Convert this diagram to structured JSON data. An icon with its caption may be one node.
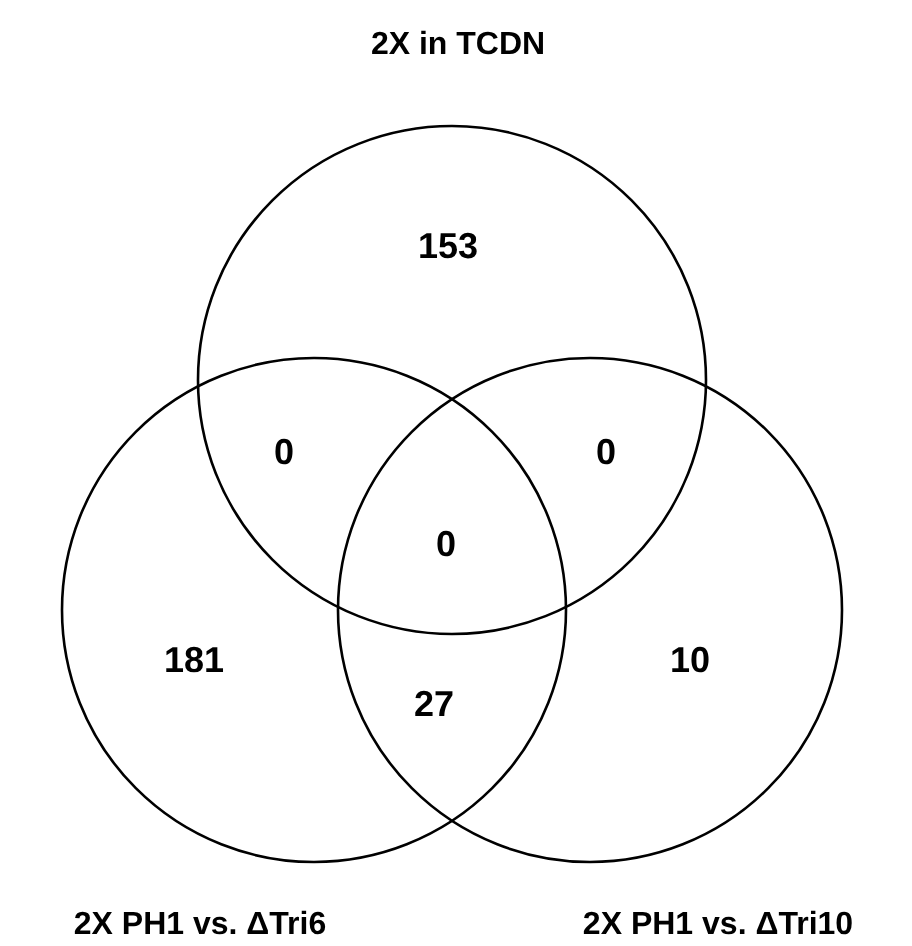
{
  "diagram": {
    "nodes": [
      {
        "text": [
          "2X in TCDN"
        ]
      },
      {
        "text": [
          "2X PH1 vs. ΔTri6"
        ]
      },
      {
        "text": [
          "2X PH1 vs. ΔTri10"
        ]
      }
    ],
    "labels": [
      "153",
      "0",
      "0",
      "0",
      "181",
      "27",
      "10"
    ]
  }
}
